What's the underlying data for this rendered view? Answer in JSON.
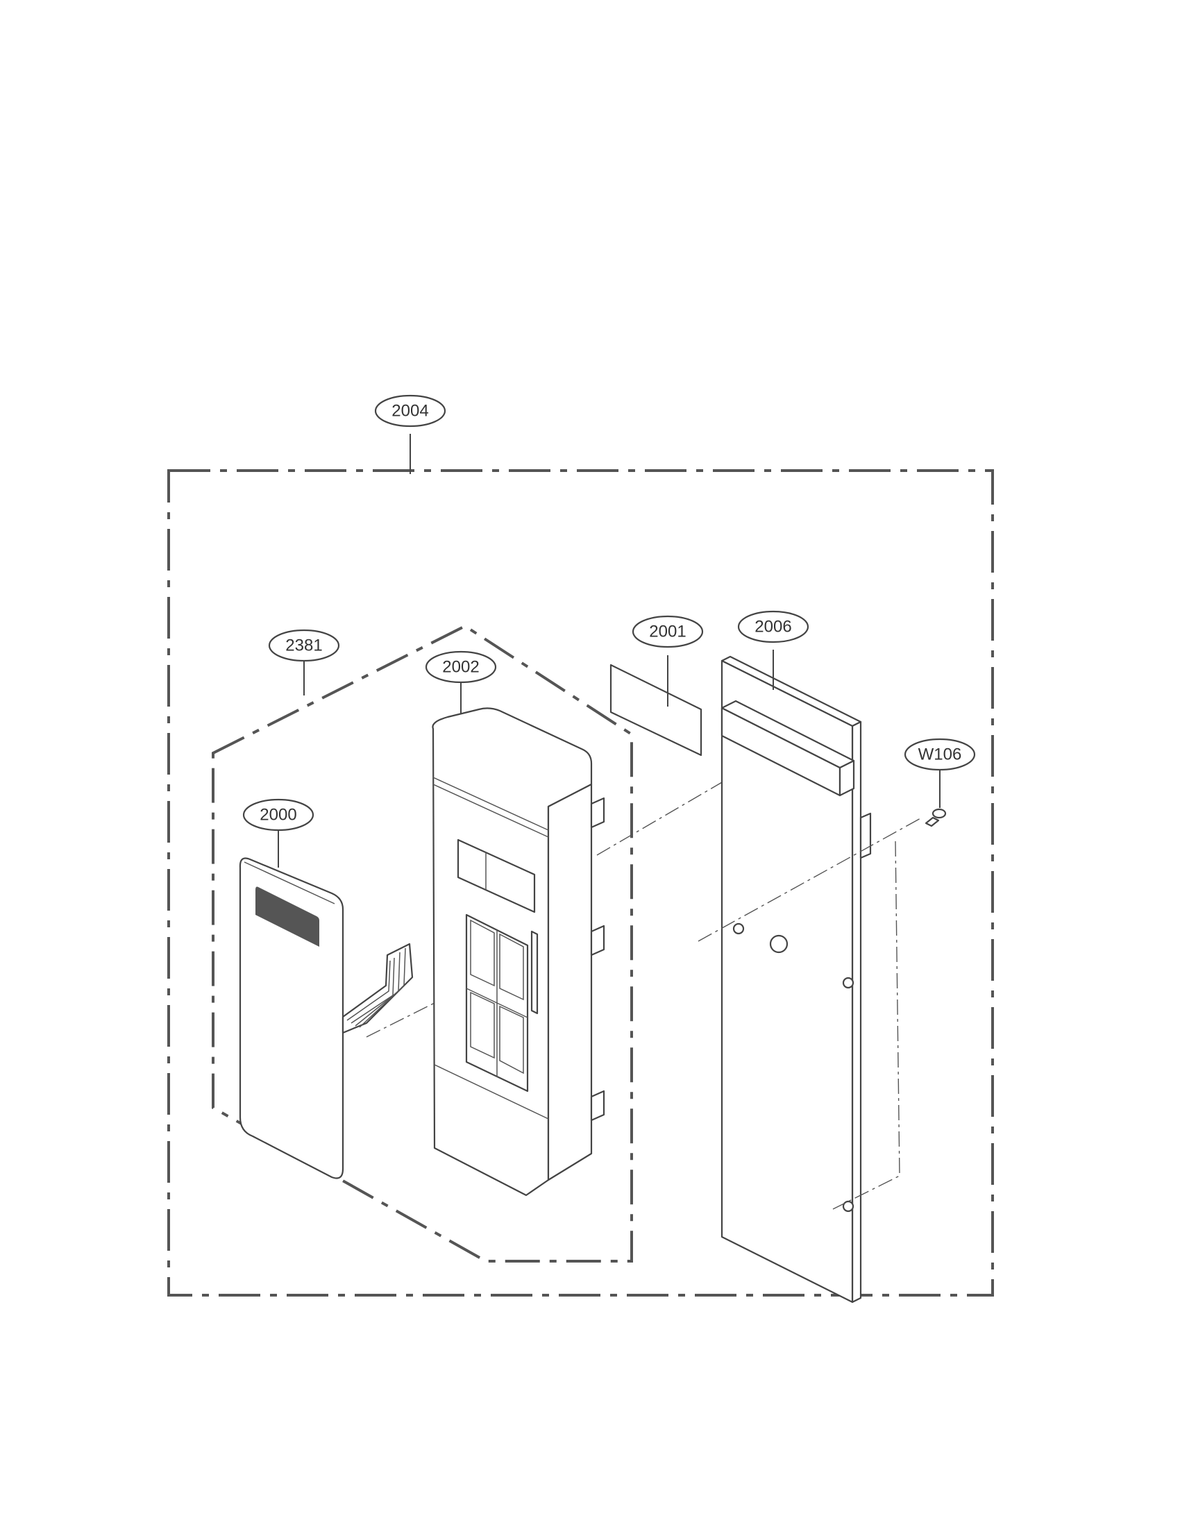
{
  "diagram": {
    "callouts": [
      {
        "id": "2004",
        "label": "2004"
      },
      {
        "id": "2381",
        "label": "2381"
      },
      {
        "id": "2002",
        "label": "2002"
      },
      {
        "id": "2001",
        "label": "2001"
      },
      {
        "id": "2006",
        "label": "2006"
      },
      {
        "id": "W106",
        "label": "W106"
      },
      {
        "id": "2000",
        "label": "2000"
      }
    ]
  }
}
